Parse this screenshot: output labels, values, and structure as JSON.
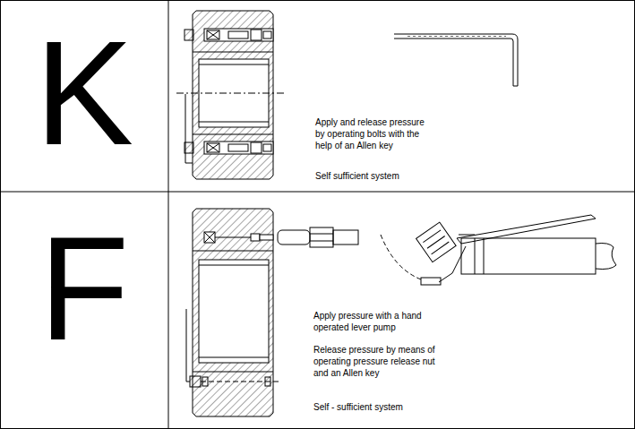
{
  "diagram": {
    "labels": [
      "K",
      "Apply and release pressure by operating bolts with the help of an Allen key",
      "Self sufficient system",
      "F",
      "Apply pressure with a hand operated lever pump",
      "Release pressure by means of operating pressure release nut and an Allen key",
      "Self - sufficient system"
    ]
  }
}
